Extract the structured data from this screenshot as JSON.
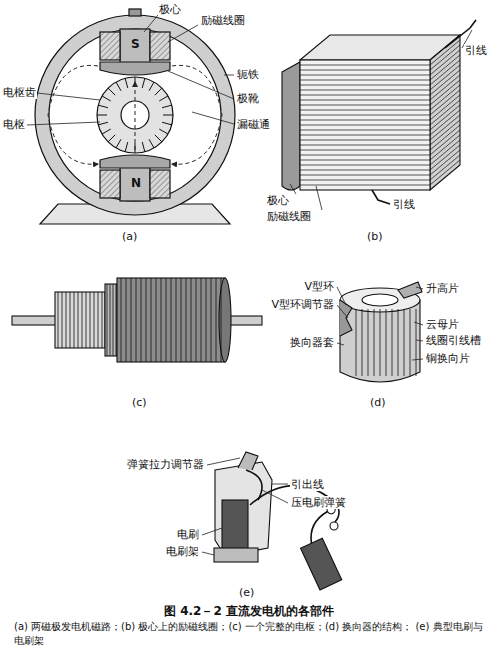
{
  "diagram": {
    "title": "图 4.2－2   直流发电机的各部件",
    "caption": "(a) 两磁极发电机磁路；(b) 极心上的励磁线圈；(c) 一个完整的电枢；(d) 换向器的结构； (e) 典型电刷与电刷架",
    "labels": [
      "极心",
      "励磁线圈",
      "S",
      "轭铁",
      "电枢齿",
      "极靴",
      "电枢",
      "漏磁通",
      "N",
      "(a)",
      "极心",
      "励磁线圈",
      "引线",
      "引线",
      "(b)",
      "(c)",
      "V型环",
      "V型环调节器",
      "升高片",
      "云母片",
      "换向器套",
      "线圈引线槽",
      "铜换向片",
      "(d)",
      "弹簧拉力调节器",
      "引出线",
      "压电刷弹簧",
      "电刷",
      "电刷架",
      "(e)"
    ]
  }
}
